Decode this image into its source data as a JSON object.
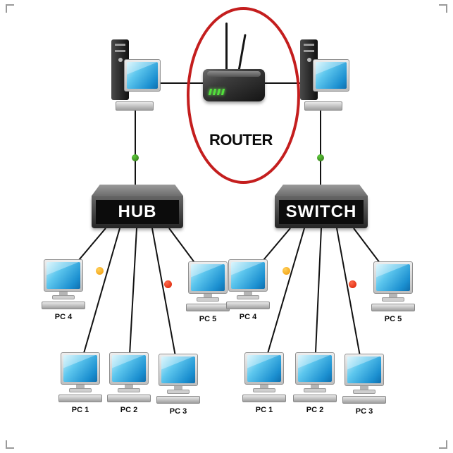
{
  "router": {
    "label": "ROUTER"
  },
  "hub": {
    "label": "HUB"
  },
  "switch": {
    "label": "SWITCH"
  },
  "hub_pcs": [
    {
      "label": "PC 4"
    },
    {
      "label": "PC 5"
    },
    {
      "label": "PC 1"
    },
    {
      "label": "PC 2"
    },
    {
      "label": "PC 3"
    }
  ],
  "switch_pcs": [
    {
      "label": "PC 4"
    },
    {
      "label": "PC 5"
    },
    {
      "label": "PC 1"
    },
    {
      "label": "PC 2"
    },
    {
      "label": "PC 3"
    }
  ],
  "colors": {
    "line": "#121212",
    "green_dot": "#2e6f14",
    "orange_dot": "#f09a0a",
    "red_dot": "#d81e00",
    "highlight_ellipse": "#c41e1e",
    "screen_blue": "#1b8fd0",
    "device_dark": "#262626"
  }
}
